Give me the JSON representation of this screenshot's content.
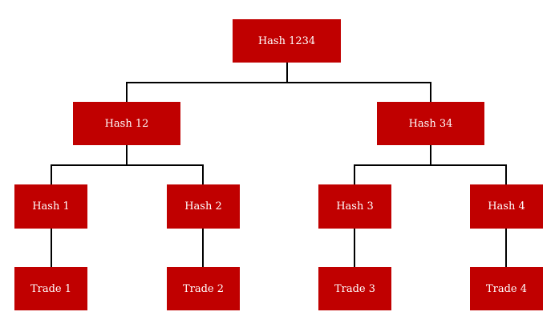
{
  "colors": {
    "node_fill": "#c00000",
    "node_text": "#ffffff",
    "connector": "#000000",
    "background": "#ffffff"
  },
  "tree": {
    "root": "Hash 1234",
    "level1": [
      "Hash 12",
      "Hash 34"
    ],
    "level2": [
      "Hash 1",
      "Hash 2",
      "Hash 3",
      "Hash 4"
    ],
    "leaves": [
      "Trade 1",
      "Trade 2",
      "Trade 3",
      "Trade 4"
    ]
  }
}
